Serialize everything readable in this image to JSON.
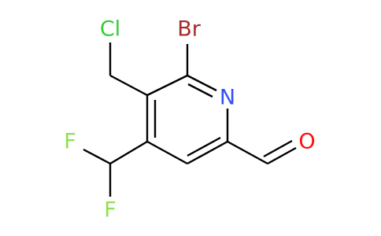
{
  "molecule": {
    "atoms": [
      {
        "id": "Cl",
        "text": "Cl",
        "color": "#33CC33"
      },
      {
        "id": "Br",
        "text": "Br",
        "color": "#A62929"
      },
      {
        "id": "N",
        "text": "N",
        "color": "#3050F8"
      },
      {
        "id": "O",
        "text": "O",
        "color": "#FF0D0D"
      },
      {
        "id": "F1",
        "text": "F",
        "color": "#90E050"
      },
      {
        "id": "F2",
        "text": "F",
        "color": "#90E050"
      }
    ],
    "bond_color": "#000000"
  }
}
